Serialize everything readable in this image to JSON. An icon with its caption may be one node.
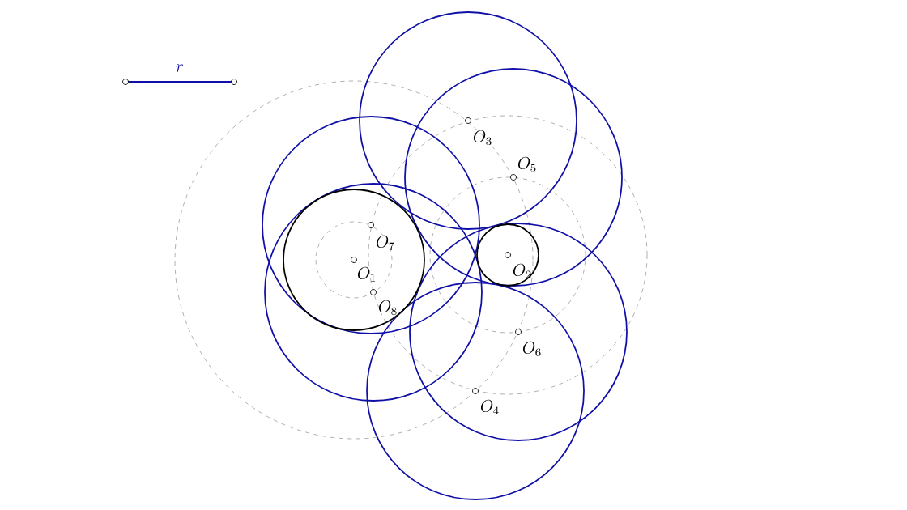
{
  "diagram": {
    "labels": [
      "r",
      "O_{3}",
      "O_{5}",
      "O_{7}",
      "O_{1}",
      "O_{2}",
      "O_{8}",
      "O_{6}",
      "O_{4}"
    ]
  }
}
